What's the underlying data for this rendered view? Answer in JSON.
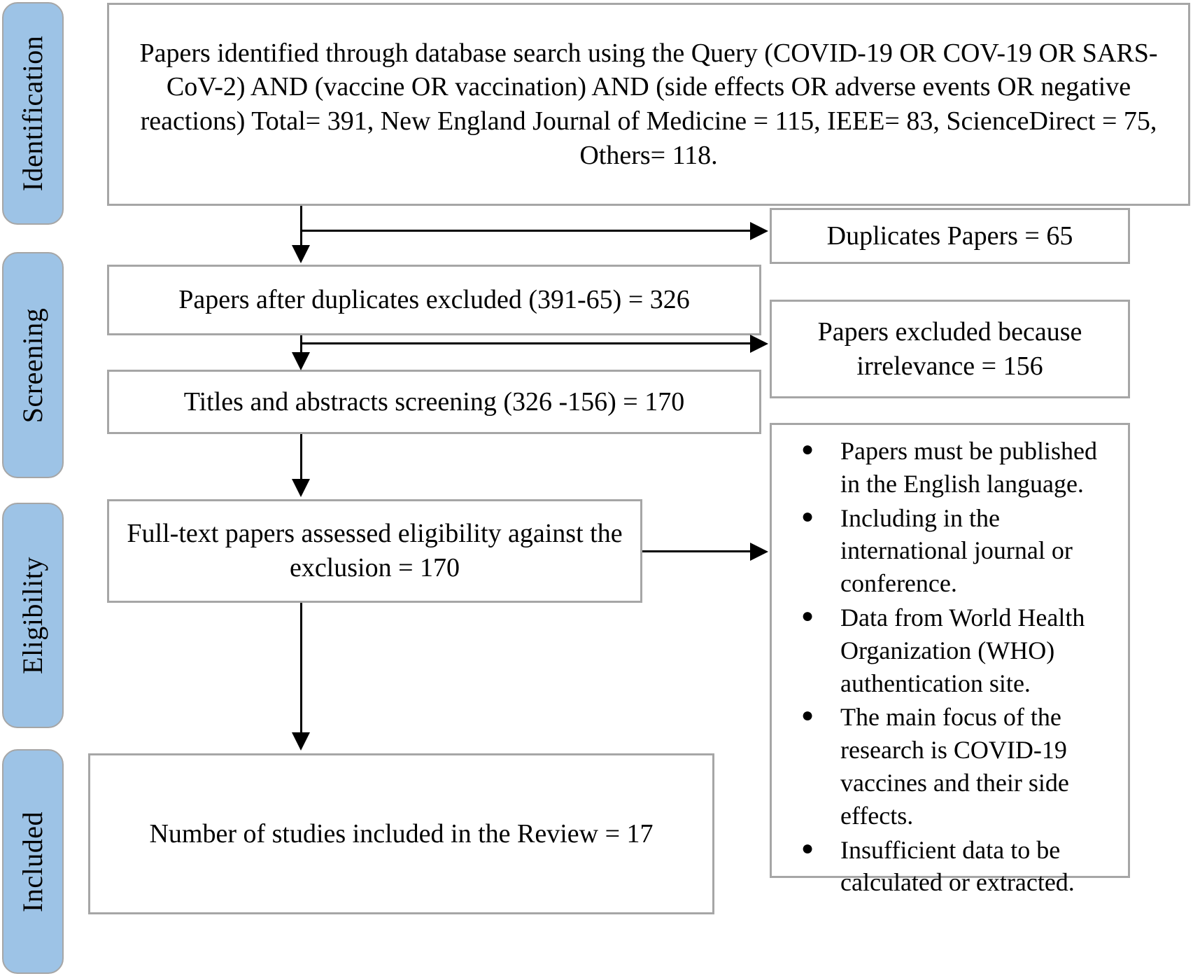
{
  "diagram": {
    "type": "PRISMA flow diagram",
    "stages": [
      {
        "id": "identification",
        "label": "Identification"
      },
      {
        "id": "screening",
        "label": "Screening"
      },
      {
        "id": "eligibility",
        "label": "Eligibility"
      },
      {
        "id": "included",
        "label": "Included"
      }
    ],
    "boxes": {
      "identified": {
        "text": "Papers identified through database search using the Query (COVID-19 OR COV-19 OR SARS-CoV-2) AND (vaccine OR vaccination) AND (side effects OR adverse events OR negative reactions) Total= 391, New England Journal of Medicine = 115, IEEE= 83, ScienceDirect = 75, Others= 118."
      },
      "duplicates": {
        "text": "Duplicates Papers = 65"
      },
      "after_duplicates": {
        "text": "Papers after duplicates excluded (391-65) = 326"
      },
      "excluded_irrelevance": {
        "text": "Papers excluded because irrelevance = 156"
      },
      "titles_abstracts": {
        "text": "Titles and abstracts screening (326 -156) = 170"
      },
      "full_text": {
        "text": "Full-text papers assessed eligibility against the exclusion = 170"
      },
      "included_studies": {
        "text": "Number of studies included in the Review = 17"
      }
    },
    "criteria": {
      "bullet_glyph": "●",
      "items": [
        "Papers must be published in the English language.",
        "Including in the international journal or conference.",
        "Data from World Health Organization (WHO) authentication site.",
        "The main focus of the research is COVID-19 vaccines and their side effects.",
        "Insufficient data to be calculated or extracted."
      ]
    },
    "colors": {
      "stage_fill": "#9dc3e6",
      "stage_border": "#a6a6a6",
      "box_border": "#a6a6a6",
      "connector": "#000000",
      "background": "#ffffff",
      "text": "#000000"
    }
  }
}
